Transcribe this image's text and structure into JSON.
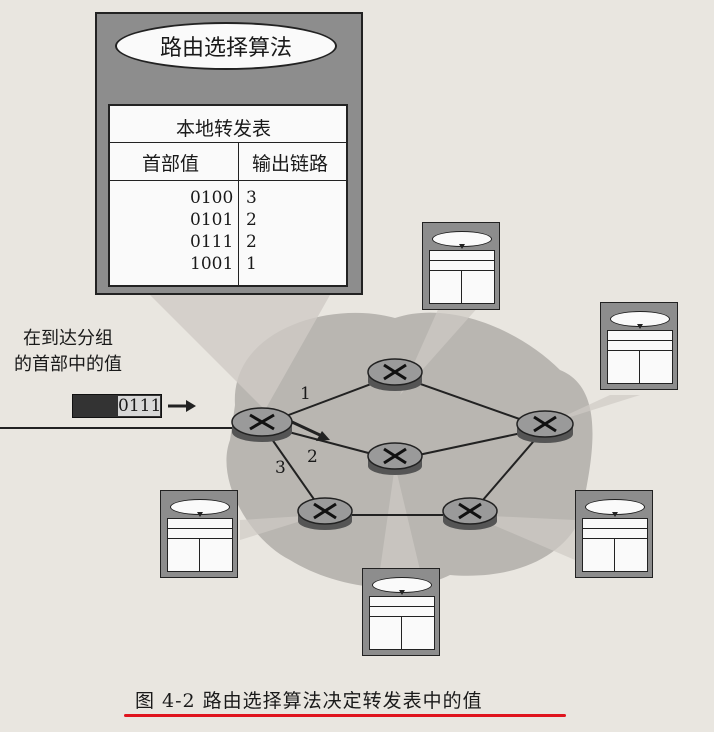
{
  "diagram": {
    "algorithm_label": "路由选择算法",
    "table_title": "本地转发表",
    "col_header": "首部值",
    "col_output": "输出链路",
    "rows": [
      {
        "header": "0100",
        "link": "3"
      },
      {
        "header": "0101",
        "link": "2"
      },
      {
        "header": "0111",
        "link": "2"
      },
      {
        "header": "1001",
        "link": "1"
      }
    ],
    "arrival_label_line1": "在到达分组",
    "arrival_label_line2": "的首部中的值",
    "packet_value": "0111",
    "link_labels": [
      "1",
      "2",
      "3"
    ]
  },
  "caption": "图 4-2   路由选择算法决定转发表中的值",
  "colors": {
    "underline": "#e0141e",
    "panel": "#8d8d8d",
    "cloud": "#b9b6b1"
  }
}
